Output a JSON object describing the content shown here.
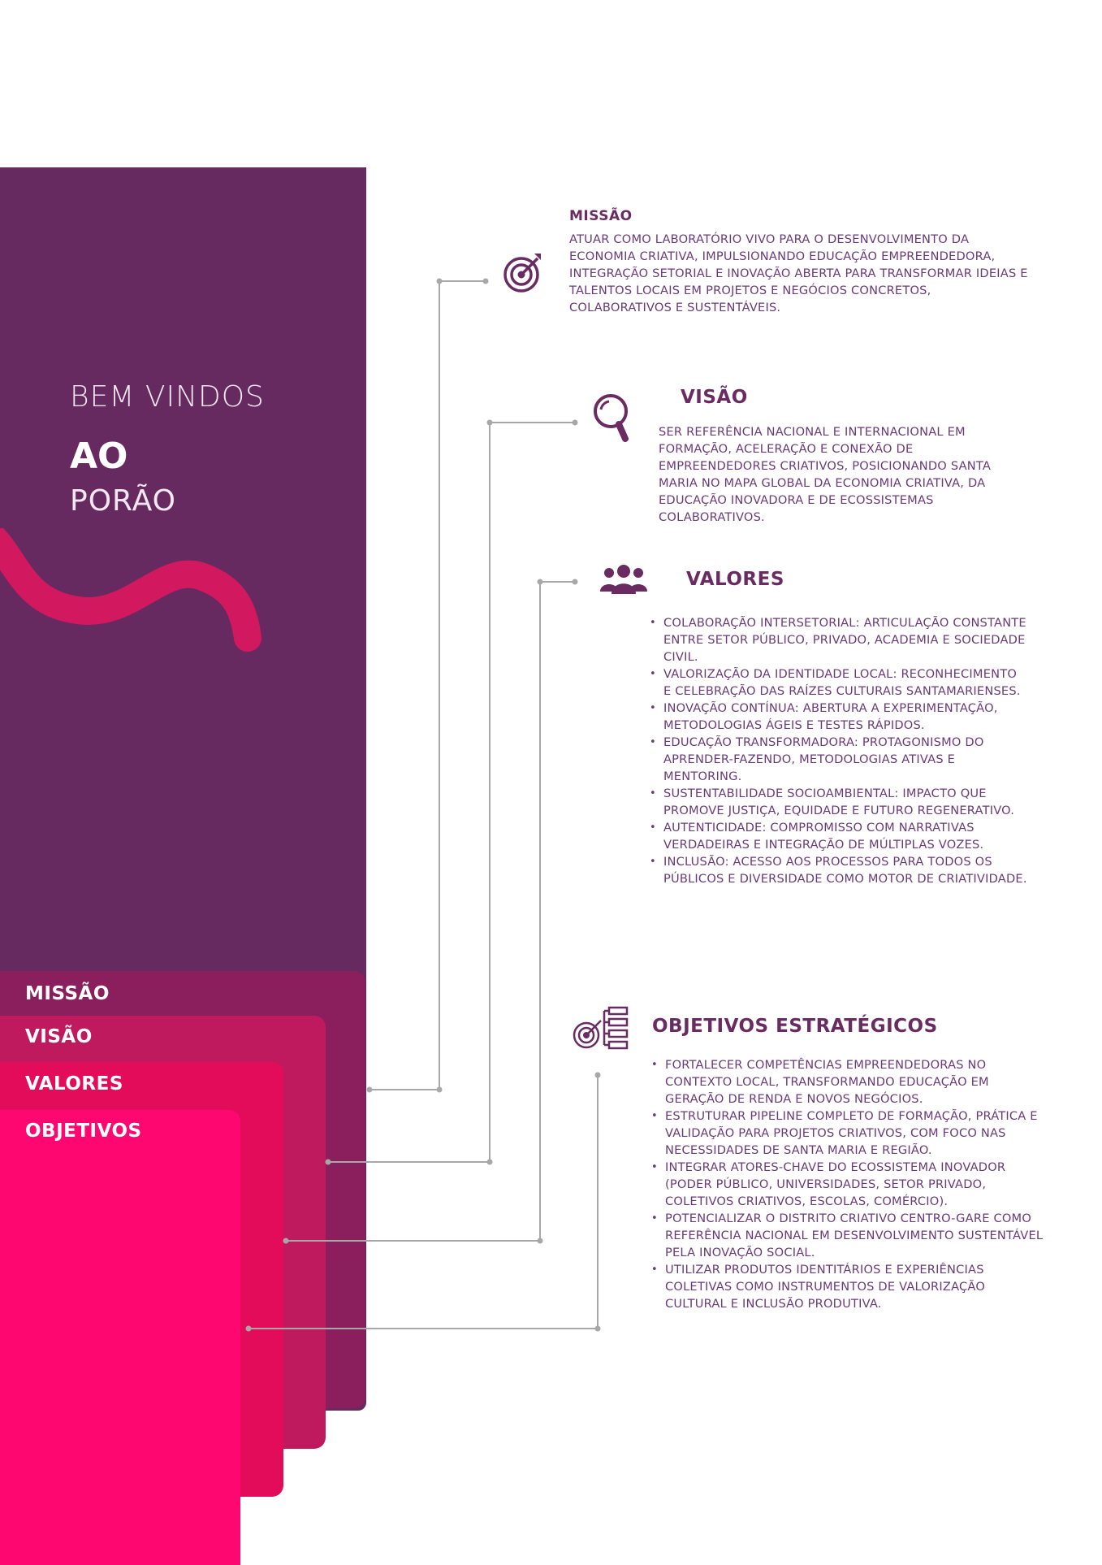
{
  "welcome": {
    "line1": "BEM VINDOS",
    "line2": "AO",
    "line3": "PORÃO"
  },
  "tabs": [
    "MISSÃO",
    "VISÃO",
    "VALORES",
    "OBJETIVOS"
  ],
  "missao": {
    "title": "MISSÃO",
    "icon": "target-icon",
    "text": "ATUAR COMO LABORATÓRIO VIVO PARA O DESENVOLVIMENTO DA ECONOMIA CRIATIVA, IMPULSIONANDO EDUCAÇÃO EMPREENDEDORA, INTEGRAÇÃO SETORIAL E INOVAÇÃO ABERTA PARA TRANSFORMAR IDEIAS E TALENTOS LOCAIS EM PROJETOS E NEGÓCIOS CONCRETOS, COLABORATIVOS E SUSTENTÁVEIS."
  },
  "visao": {
    "title": "VISÃO",
    "icon": "magnifier-icon",
    "text": "SER REFERÊNCIA NACIONAL E INTERNACIONAL EM FORMAÇÃO, ACELERAÇÃO E CONEXÃO DE EMPREENDEDORES CRIATIVOS, POSICIONANDO SANTA MARIA NO MAPA GLOBAL DA ECONOMIA CRIATIVA, DA EDUCAÇÃO INOVADORA E DE ECOSSISTEMAS COLABORATIVOS."
  },
  "valores": {
    "title": "VALORES",
    "icon": "people-icon",
    "items": [
      "COLABORAÇÃO INTERSETORIAL: ARTICULAÇÃO CONSTANTE ENTRE SETOR PÚBLICO, PRIVADO, ACADEMIA E SOCIEDADE CIVIL.",
      "VALORIZAÇÃO DA IDENTIDADE LOCAL: RECONHECIMENTO E CELEBRAÇÃO DAS RAÍZES CULTURAIS SANTAMARIENSES.",
      "INOVAÇÃO CONTÍNUA: ABERTURA A EXPERIMENTAÇÃO, METODOLOGIAS ÁGEIS E TESTES RÁPIDOS.",
      "EDUCAÇÃO TRANSFORMADORA: PROTAGONISMO DO APRENDER-FAZENDO, METODOLOGIAS ATIVAS E MENTORING.",
      "SUSTENTABILIDADE SOCIOAMBIENTAL: IMPACTO QUE PROMOVE JUSTIÇA, EQUIDADE E FUTURO REGENERATIVO.",
      "AUTENTICIDADE: COMPROMISSO COM NARRATIVAS VERDADEIRAS E INTEGRAÇÃO DE MÚLTIPLAS VOZES.",
      "INCLUSÃO: ACESSO AOS PROCESSOS PARA TODOS OS PÚBLICOS E DIVERSIDADE COMO MOTOR DE CRIATIVIDADE."
    ]
  },
  "objetivos": {
    "title": "OBJETIVOS ESTRATÉGICOS",
    "icon": "strategy-target-icon",
    "items": [
      "FORTALECER COMPETÊNCIAS EMPREENDEDORAS NO CONTEXTO LOCAL, TRANSFORMANDO EDUCAÇÃO EM GERAÇÃO DE RENDA E NOVOS NEGÓCIOS.",
      "ESTRUTURAR PIPELINE COMPLETO DE FORMAÇÃO, PRÁTICA E VALIDAÇÃO PARA PROJETOS CRIATIVOS, COM FOCO NAS NECESSIDADES DE SANTA MARIA E REGIÃO.",
      "INTEGRAR ATORES-CHAVE DO ECOSSISTEMA INOVADOR (PODER PÚBLICO, UNIVERSIDADES, SETOR PRIVADO, COLETIVOS CRIATIVOS, ESCOLAS, COMÉRCIO).",
      "POTENCIALIZAR O DISTRITO CRIATIVO CENTRO-GARE COMO REFERÊNCIA NACIONAL EM DESENVOLVIMENTO SUSTENTÁVEL PELA INOVAÇÃO SOCIAL.",
      "UTILIZAR PRODUTOS IDENTITÁRIOS E EXPERIÊNCIAS COLETIVAS COMO INSTRUMENTOS DE VALORIZAÇÃO CULTURAL E INCLUSÃO PRODUTIVA."
    ]
  },
  "colors": {
    "panel": "#672a60",
    "tab1": "#8b1f5e",
    "tab2": "#c01a5f",
    "tab3": "#e30c5a",
    "tab4": "#ff0770",
    "wave": "#d2195f",
    "heading": "#6a2b63",
    "connector": "#a8a8a8"
  }
}
